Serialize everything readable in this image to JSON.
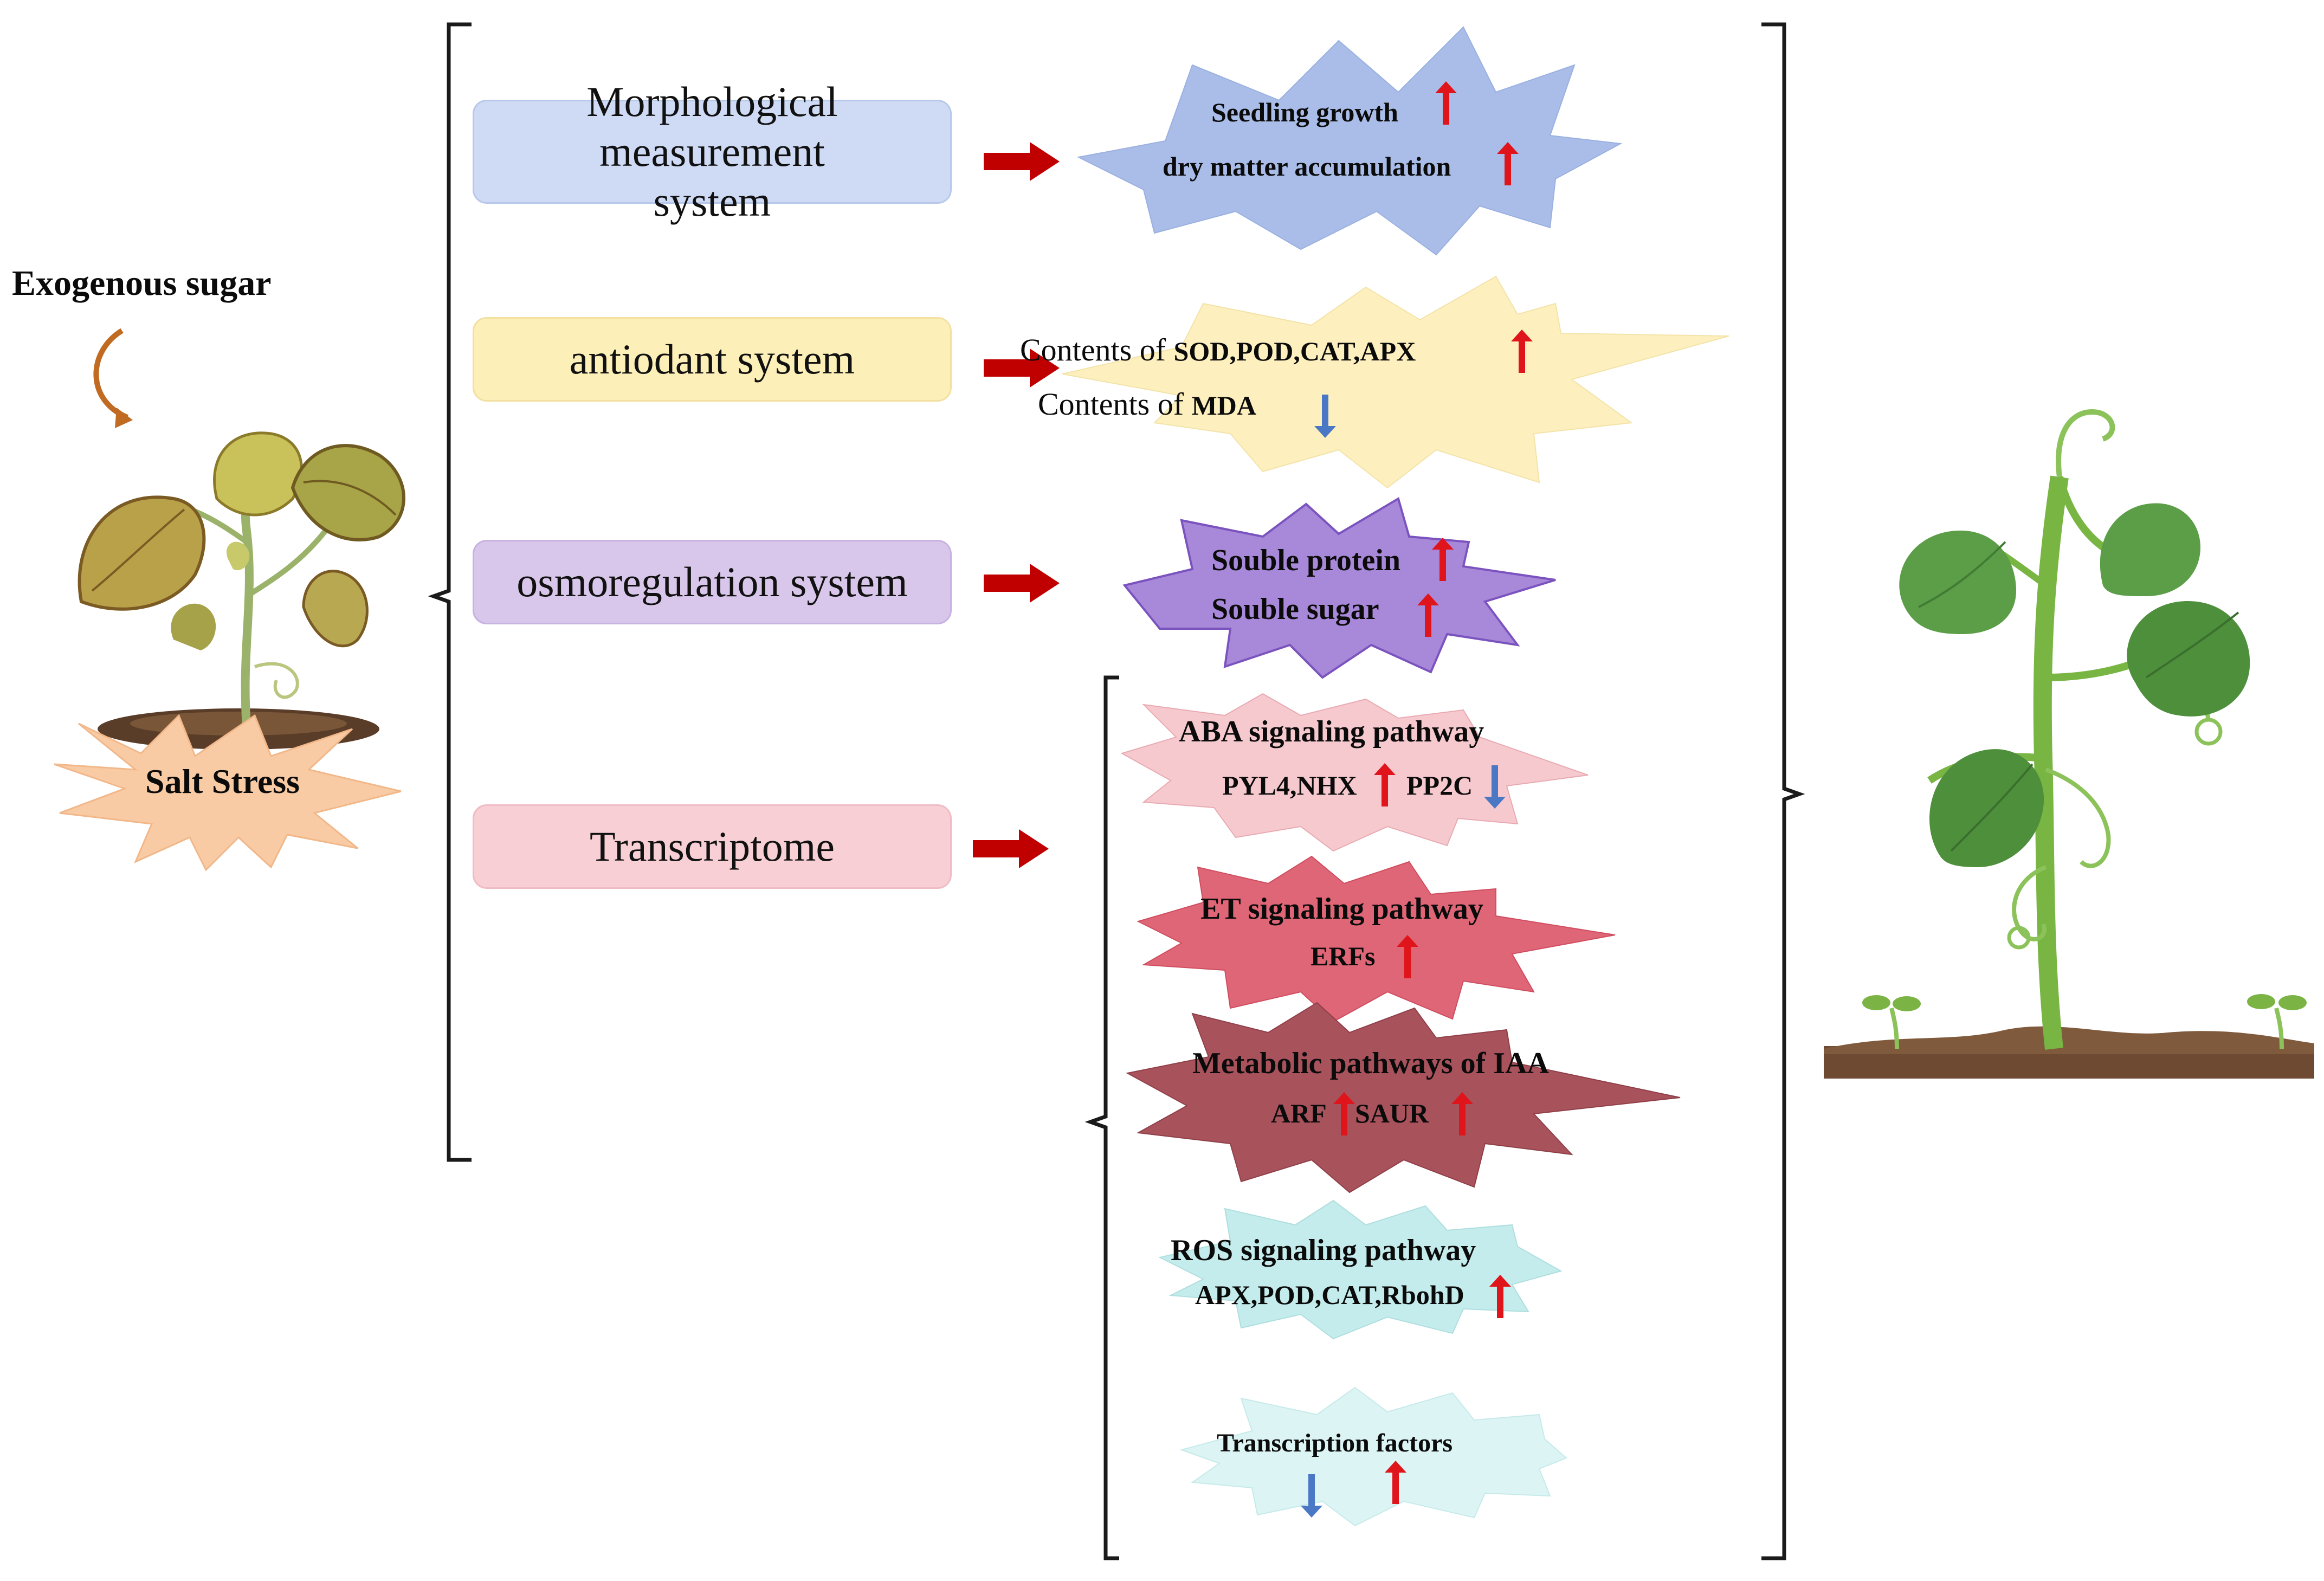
{
  "left": {
    "exogenous_label": "Exogenous sugar",
    "salt_label": "Salt Stress"
  },
  "systems": [
    {
      "label": "Morphological measurement system"
    },
    {
      "label": "antiodant system"
    },
    {
      "label": "osmoregulation system"
    },
    {
      "label": "Transcriptome"
    }
  ],
  "morph_effects": {
    "line1": "Seedling growth",
    "line2": "dry matter accumulation"
  },
  "antioxidant_effects": {
    "line1_prefix": "Contents of ",
    "line1_items": "SOD,POD,CAT,APX",
    "line2_prefix": "Contents of ",
    "line2_items": "MDA"
  },
  "osmo_effects": {
    "line1": "Souble protein",
    "line2": "Souble  sugar"
  },
  "pathways": {
    "aba_title": "ABA signaling pathway",
    "aba_gene1": "PYL4,NHX",
    "aba_gene2": "PP2C",
    "et_title": "ET signaling pathway",
    "et_gene": "ERFs",
    "iaa_title": "Metabolic pathways of IAA",
    "iaa_gene1": "ARF",
    "iaa_gene2": "SAUR",
    "ros_title": "ROS signaling pathway",
    "ros_genes": "APX,POD,CAT,RbohD",
    "tf_title": "Transcription factors"
  },
  "colors": {
    "up_arrow": "#e0141b",
    "down_arrow": "#4a78c4",
    "flow_arrow": "#c00000",
    "morph_burst": "#a9bde8",
    "anti_burst": "#fdf0be",
    "osmo_burst": "#a888d8",
    "aba_burst": "#f6c9ce",
    "et_burst": "#df6677",
    "iaa_burst": "#a8525c",
    "ros_burst": "#c5ecec",
    "tf_burst": "#dcf4f4",
    "salt_burst": "#f8cba4",
    "leaf_green": "#5c9e48",
    "stem_green": "#7bb445",
    "soil": "#6e4a32"
  }
}
